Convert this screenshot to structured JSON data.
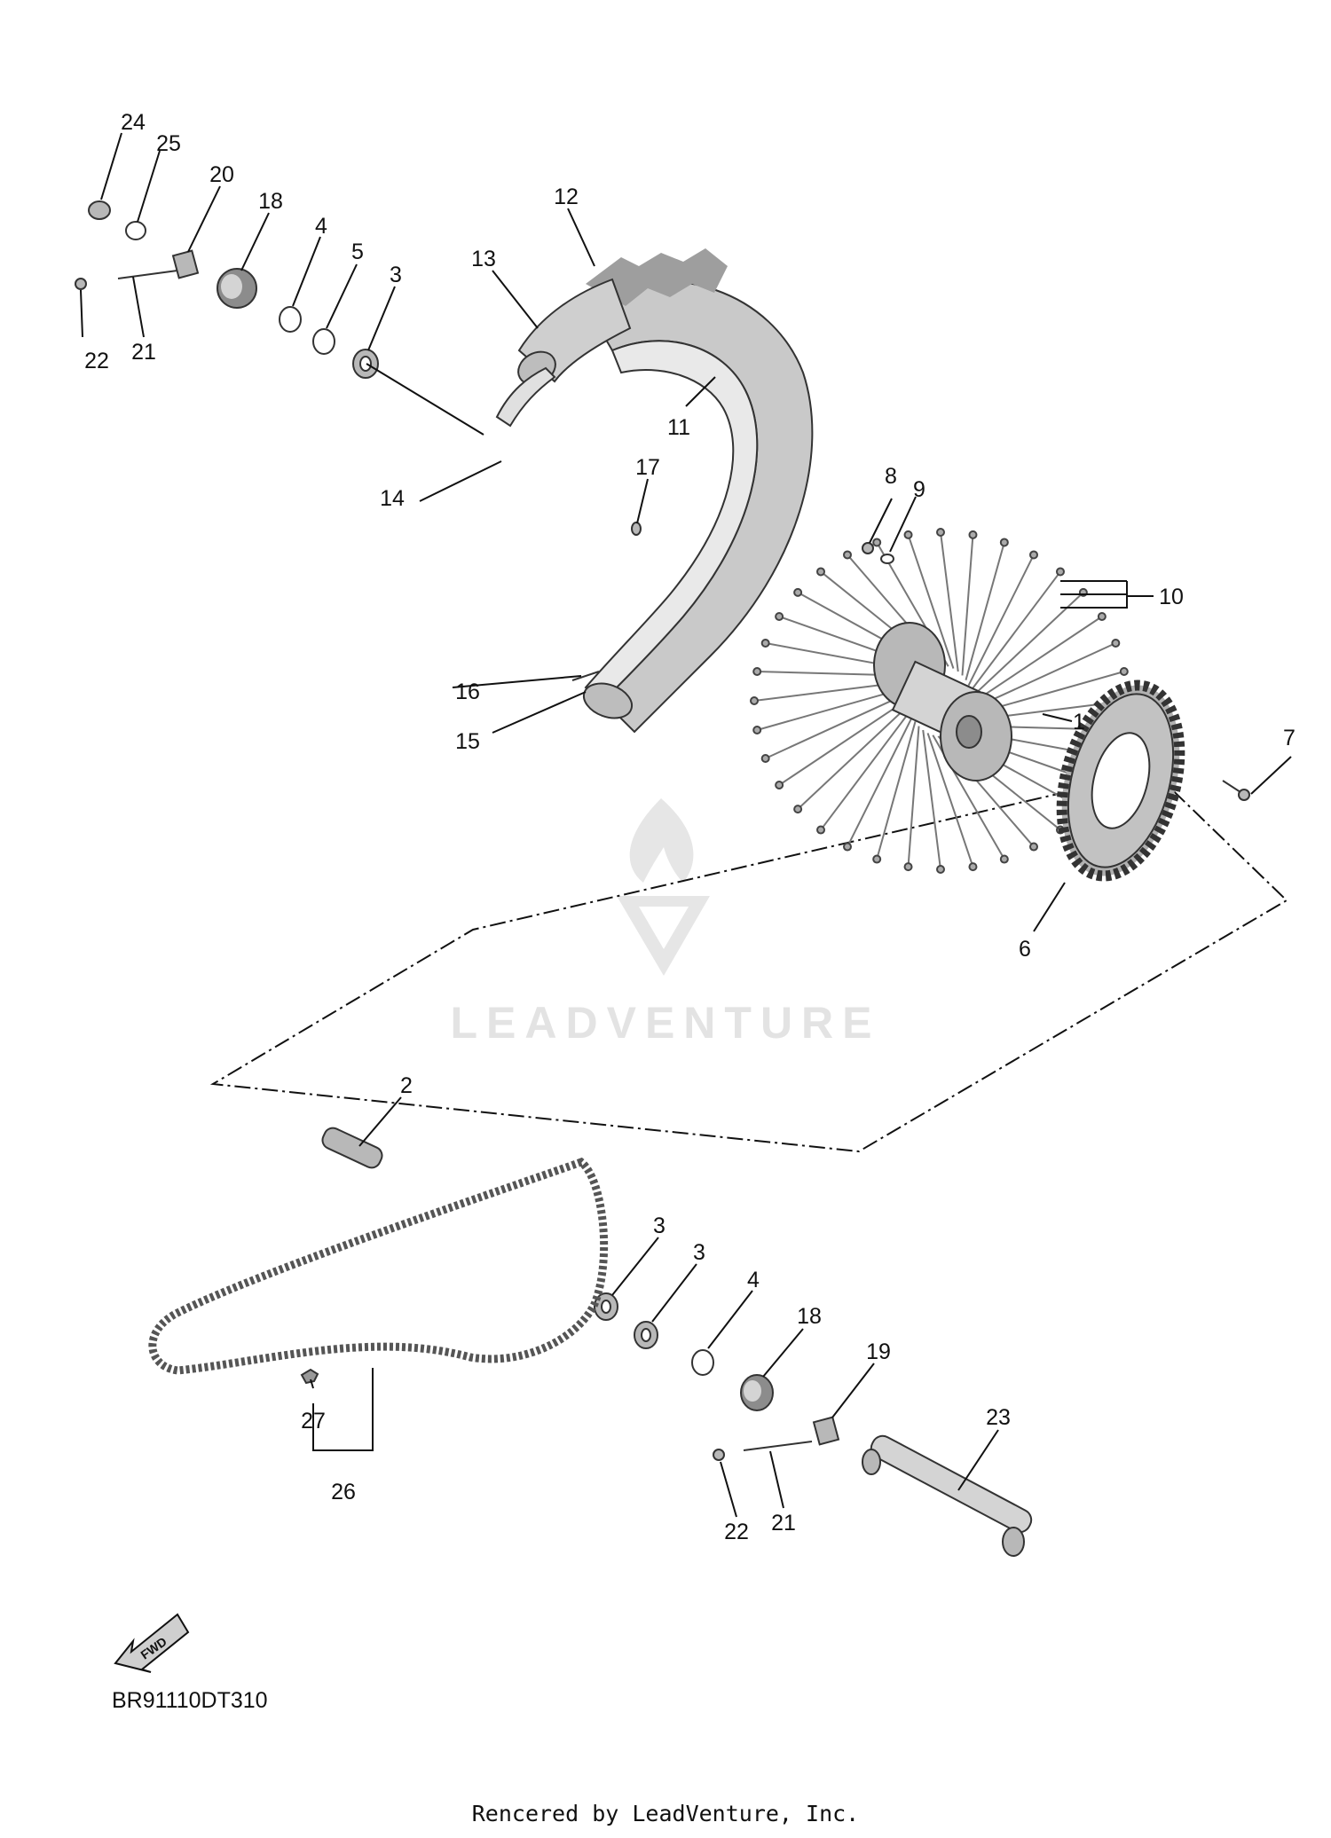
{
  "diagram_code": "BR91110DT310",
  "footer_text": "Rencered by LeadVenture, Inc.",
  "watermark_text": "LEADVENTURE",
  "fwd_label": "FWD",
  "callouts": {
    "c1": "1",
    "c2": "2",
    "c3a": "3",
    "c3b": "3",
    "c3c": "3",
    "c4a": "4",
    "c4b": "4",
    "c5": "5",
    "c6": "6",
    "c7": "7",
    "c8": "8",
    "c9": "9",
    "c10": "10",
    "c11": "11",
    "c12": "12",
    "c13": "13",
    "c14": "14",
    "c15": "15",
    "c16": "16",
    "c17": "17",
    "c18a": "18",
    "c18b": "18",
    "c19": "19",
    "c20": "20",
    "c21a": "21",
    "c21b": "21",
    "c22a": "22",
    "c22b": "22",
    "c23": "23",
    "c24": "24",
    "c25": "25",
    "c26": "26",
    "c27": "27"
  },
  "colors": {
    "line": "#111111",
    "part_fill": "#c8c8c8",
    "watermark": "#e3e3e3"
  }
}
